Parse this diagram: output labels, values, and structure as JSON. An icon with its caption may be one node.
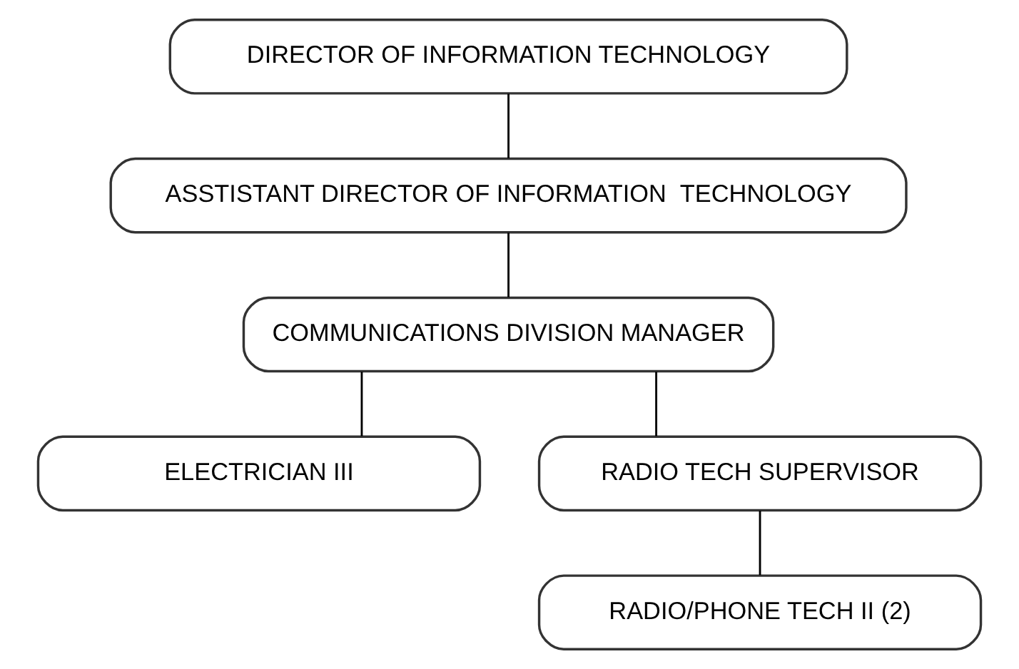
{
  "diagram": {
    "nodes": [
      {
        "text": [
          "DIRECTOR OF INFORMATION TECHNOLOGY"
        ]
      },
      {
        "text": [
          "ASSTISTANT DIRECTOR OF INFORMATION  TECHNOLOGY"
        ]
      },
      {
        "text": [
          "COMMUNICATIONS DIVISION MANAGER"
        ]
      },
      {
        "text": [
          "ELECTRICIAN III"
        ]
      },
      {
        "text": [
          "RADIO TECH SUPERVISOR"
        ]
      },
      {
        "text": [
          "RADIO/PHONE TECH II (2)"
        ]
      }
    ],
    "edges": [
      {
        "from": 0,
        "to": 1,
        "arrow": "none"
      },
      {
        "from": 1,
        "to": 2,
        "arrow": "none"
      },
      {
        "from": 2,
        "to": 3,
        "arrow": "none"
      },
      {
        "from": 2,
        "to": 4,
        "arrow": "none"
      },
      {
        "from": 4,
        "to": 5,
        "arrow": "none"
      }
    ]
  }
}
